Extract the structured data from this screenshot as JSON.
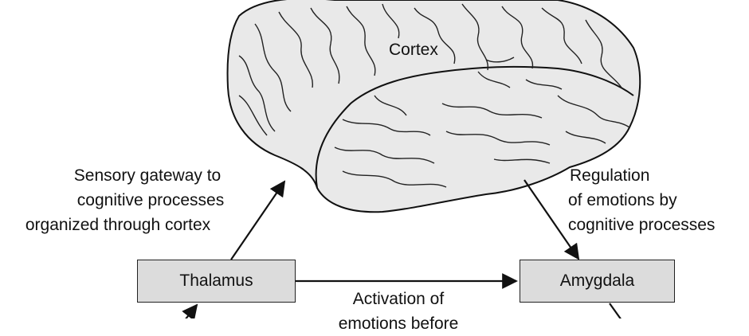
{
  "cortex_label": "Cortex",
  "thalamus_label": "Thalamus",
  "amygdala_label": "Amygdala",
  "left_annotation": {
    "line1": "Sensory gateway to",
    "line2": "cognitive processes",
    "line3": "organized through cortex"
  },
  "right_annotation": {
    "line1": "Regulation",
    "line2": "of emotions by",
    "line3": "cognitive processes"
  },
  "bottom_annotation": {
    "line1": "Activation of",
    "line2": "emotions before"
  },
  "colors": {
    "brain_fill": "#e9e9e9",
    "box_fill": "#dcdcdc",
    "stroke": "#111111"
  }
}
